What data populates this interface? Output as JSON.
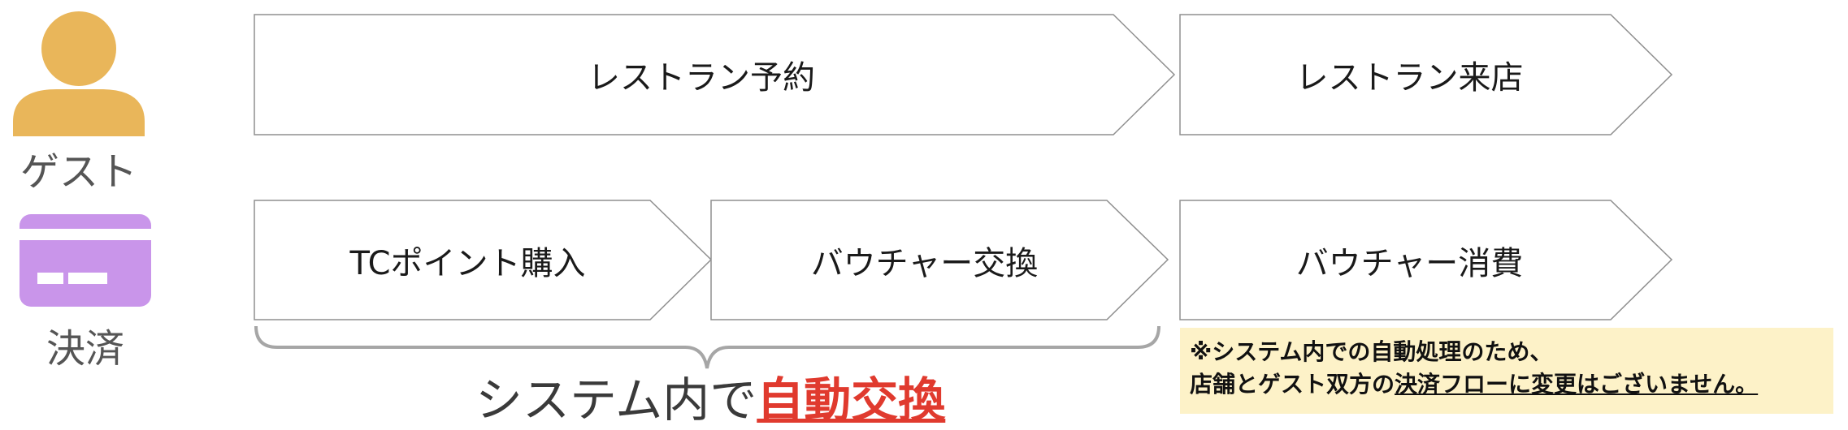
{
  "lanes": {
    "guest": {
      "label": "ゲスト",
      "icon": "person-icon",
      "color": "#e9b65a"
    },
    "payment": {
      "label": "決済",
      "icon": "credit-card-icon",
      "color": "#c995ea"
    }
  },
  "steps": {
    "reservation": "レストラン予約",
    "visit": "レストラン来店",
    "tc_purchase": "TCポイント購入",
    "voucher_exchange": "バウチャー交換",
    "voucher_use": "バウチャー消費"
  },
  "brace_caption": {
    "prefix": "システム内で",
    "highlight": "自動交換"
  },
  "note": {
    "line1": "※システム内での自動処理のため、",
    "line2_prefix": "店舗とゲスト双方の",
    "line2_underlined": "決済フローに変更はございません。"
  }
}
